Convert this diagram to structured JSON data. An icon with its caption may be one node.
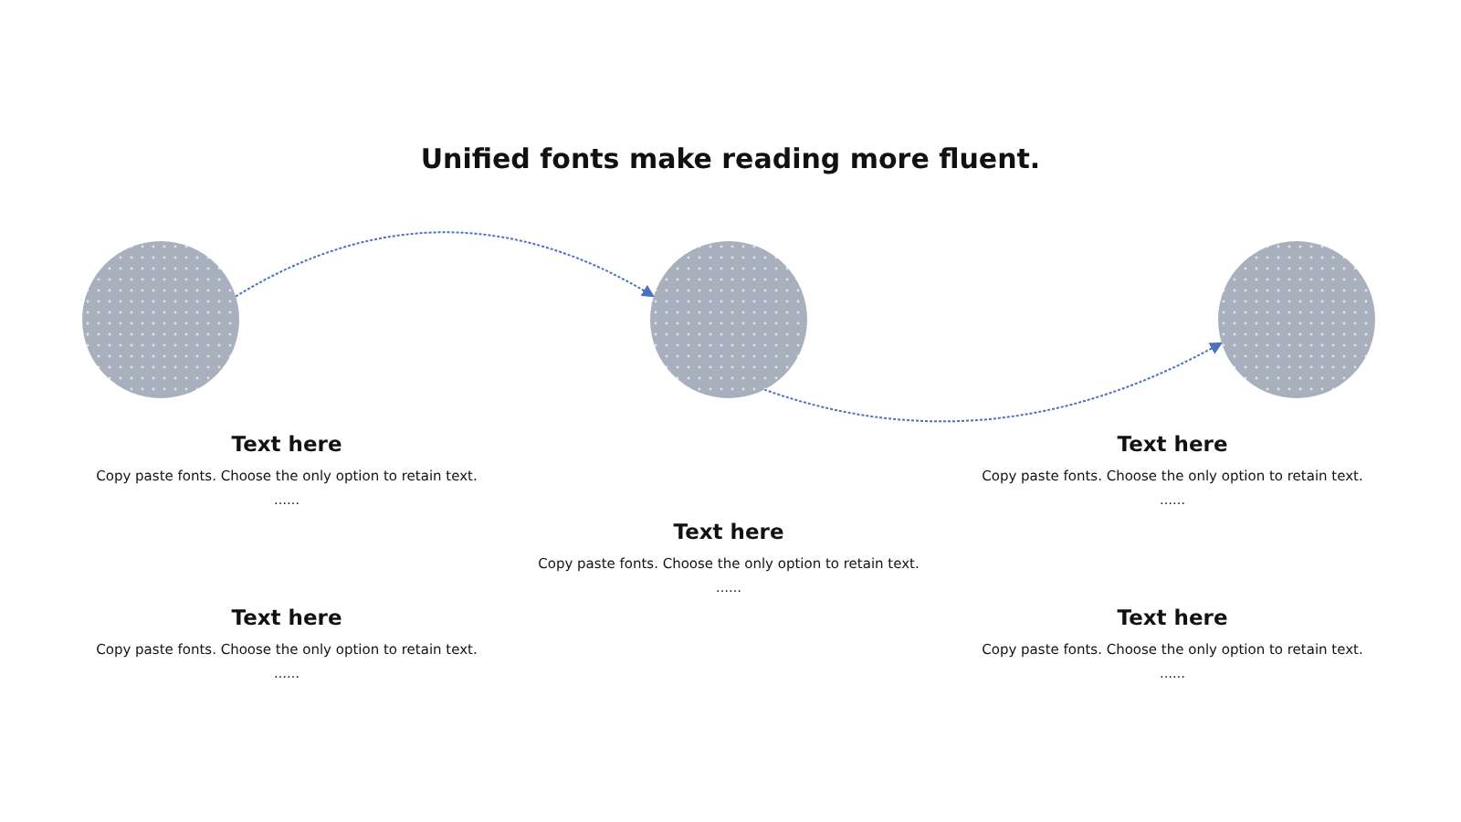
{
  "diagram": {
    "title": "Unified fonts make reading more fluent.",
    "nodes": [
      {
        "text": [],
        "shape": "circle"
      },
      {
        "text": [],
        "shape": "circle"
      },
      {
        "text": [],
        "shape": "circle"
      }
    ],
    "edges": [
      {
        "from": 0,
        "to": 1,
        "arrow": "to",
        "style": "dashed"
      },
      {
        "from": 1,
        "to": 2,
        "arrow": "to",
        "style": "dashed"
      }
    ],
    "labels": [
      "Text here",
      "Copy paste fonts. Choose the only option to retain text.",
      "……",
      "Text here",
      "Copy paste fonts. Choose the only option to retain text.",
      "……",
      "Text here",
      "Copy paste fonts. Choose the only option to retain text.",
      "……",
      "Text here",
      "Copy paste fonts. Choose the only option to retain text.",
      "……",
      "Text here",
      "Copy paste fonts. Choose the only option to retain text.",
      "……"
    ]
  }
}
